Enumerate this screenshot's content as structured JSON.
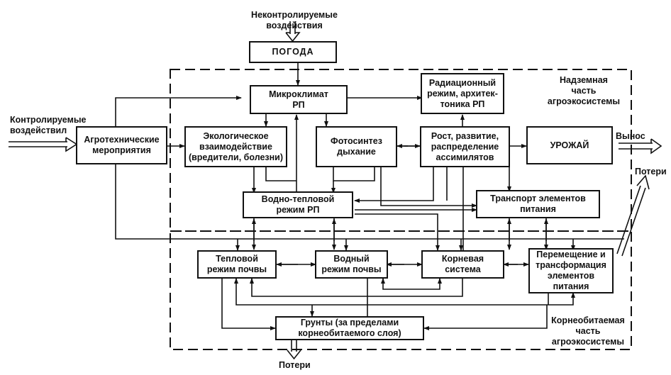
{
  "diagram": {
    "inputs": {
      "uncontrolled": "Неконтролируемые воздействия",
      "controlled": "Контролируемые\nвоздействил"
    },
    "blocks": {
      "weather": "ПОГОДА",
      "agrotech": "Агротехнические\nмероприятия",
      "microclimate": "Микроклимат\nРП",
      "radiation": "Радиационный\nрежим, архитек-\nтоника РП",
      "ecological": "Экологическое\nвзаимодействие\n(вредители, болезни)",
      "photosynthesis": "Фотосинтез\nдыхание",
      "growth": "Рост, развитие,\nраспределение\nассимилятов",
      "harvest": "УРОЖАЙ",
      "water_heat": "Водно-тепловой\nрежим РП",
      "nutrient_transport": "Транспорт элементов\nпитания",
      "soil_heat": "Тепловой\nрежим почвы",
      "soil_water": "Водный\nрежим почвы",
      "root_system": "Корневая\nсистема",
      "nutrient_movement": "Перемещение и\nтрансформация\nэлементов\nпитания",
      "subsoil": "Грунты (за пределами\nкорнеобитаемого слоя)"
    },
    "zones": {
      "above_ground": "Надземная\nчасть\nагроэкосистемы",
      "root_zone": "Корнеобитаемая\nчасть\nагроэкосистемы"
    },
    "outputs": {
      "removal": "Вынос",
      "losses_right": "Потери",
      "losses_bottom": "Потери"
    }
  }
}
